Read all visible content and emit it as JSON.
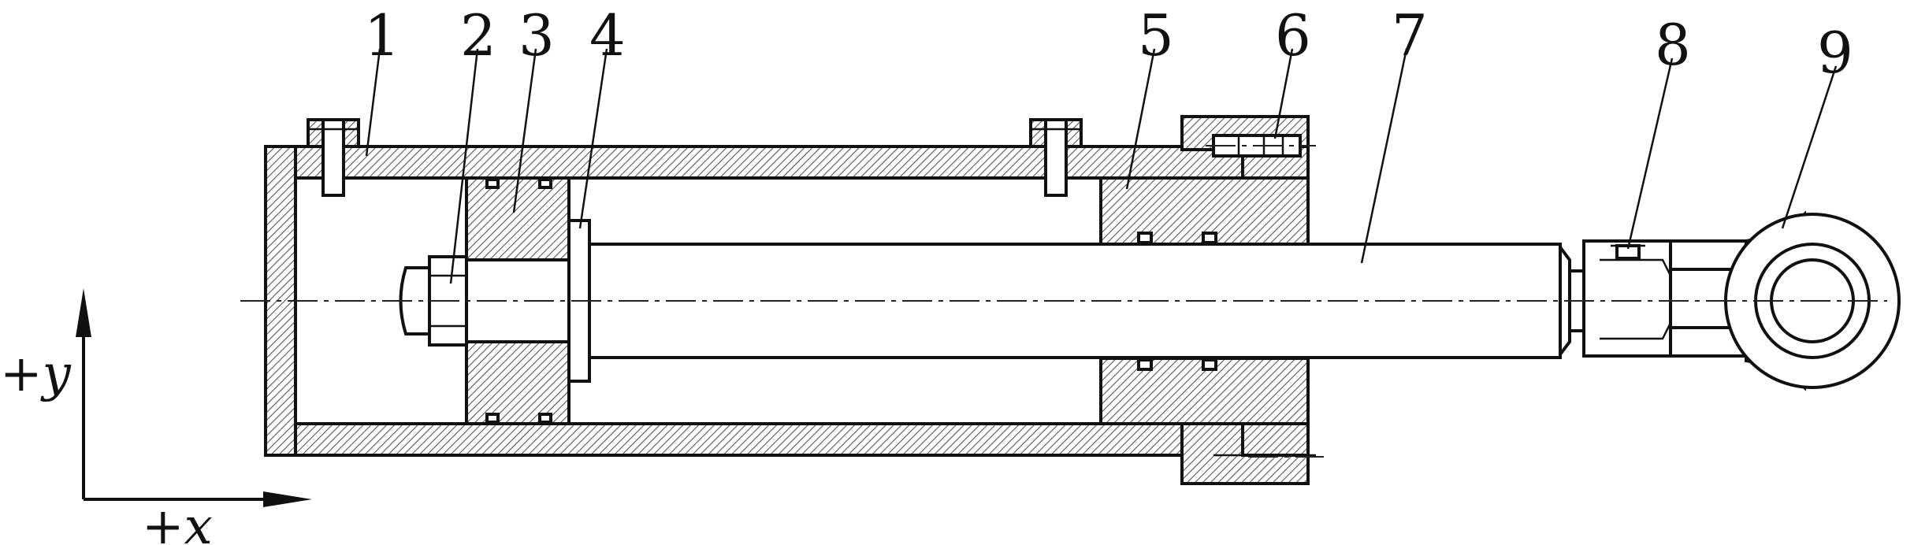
{
  "diagram": {
    "part_labels": [
      "1",
      "2",
      "3",
      "4",
      "5",
      "6",
      "7",
      "8",
      "9"
    ],
    "axes": {
      "x_label": "+x",
      "y_label": "+y"
    }
  }
}
